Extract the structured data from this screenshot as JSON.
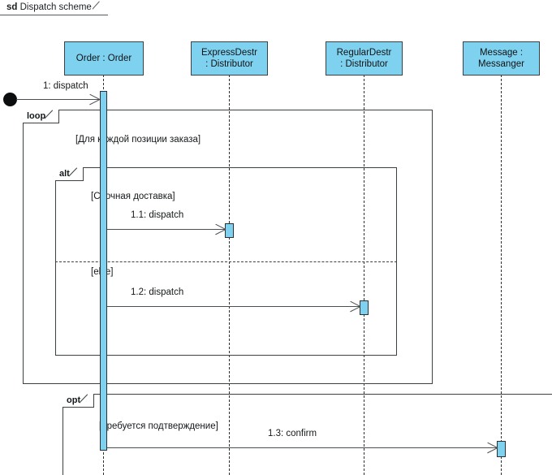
{
  "diagram": {
    "kind_keyword": "sd",
    "title": "Dispatch scheme",
    "colors": {
      "lifeline_fill": "#7FD2EF",
      "stroke": "#3B4043",
      "line": "#4A4F53",
      "text": "#15181A",
      "background": "#FFFFFF"
    }
  },
  "lifelines": [
    {
      "id": "order",
      "line1": "Order : Order",
      "line2": ""
    },
    {
      "id": "express",
      "line1": "ExpressDestr",
      "line2": ": Distributor"
    },
    {
      "id": "regular",
      "line1": "RegularDestr",
      "line2": ": Distributor"
    },
    {
      "id": "messenger",
      "line1": "Message :",
      "line2": "Messanger"
    }
  ],
  "messages": [
    {
      "id": "m1",
      "label": "1: dispatch",
      "from": "found",
      "to": "order"
    },
    {
      "id": "m1_1",
      "label": "1.1: dispatch",
      "from": "order",
      "to": "express"
    },
    {
      "id": "m1_2",
      "label": "1.2: dispatch",
      "from": "order",
      "to": "regular"
    },
    {
      "id": "m1_3",
      "label": "1.3: confirm",
      "from": "order",
      "to": "messenger"
    }
  ],
  "fragments": [
    {
      "id": "loop",
      "operator": "loop",
      "guard": "[Для каждой позиции заказа]"
    },
    {
      "id": "alt",
      "operator": "alt",
      "guard": "[Срочная доставка]",
      "else_guard": "[else]"
    },
    {
      "id": "opt",
      "operator": "opt",
      "guard": "[Требуется подтверждение]"
    }
  ]
}
